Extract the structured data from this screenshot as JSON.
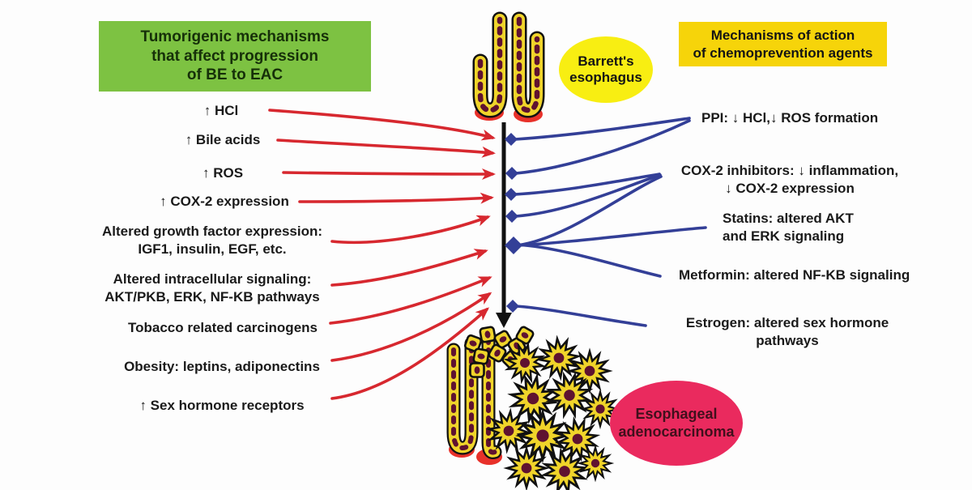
{
  "title_boxes": {
    "left": {
      "text": "Tumorigenic mechanisms\nthat affect progression\nof BE to EAC",
      "bg": "#7dc242"
    },
    "right": {
      "text": "Mechanisms of action\nof chemoprevention agents",
      "bg": "#f6d40a"
    }
  },
  "nodes": {
    "barretts": {
      "text": "Barrett's\nesophagus",
      "bg": "#f8ee12"
    },
    "eac": {
      "text": "Esophageal\nadenocarcinoma",
      "bg": "#ea2a5e"
    }
  },
  "left_mechanisms": [
    {
      "label": "↑ HCl"
    },
    {
      "label": "↑ Bile acids"
    },
    {
      "label": "↑ ROS"
    },
    {
      "label": "↑ COX-2 expression"
    },
    {
      "label": "Altered growth factor expression:\nIGF1, insulin, EGF, etc."
    },
    {
      "label": "Altered intracellular signaling:\nAKT/PKB, ERK, NF-KB pathways"
    },
    {
      "label": "Tobacco related carcinogens"
    },
    {
      "label": "Obesity: leptins, adiponectins"
    },
    {
      "label": "↑ Sex hormone receptors"
    }
  ],
  "right_agents": [
    {
      "label": "PPI: ↓ HCl,↓ ROS formation"
    },
    {
      "label": "COX-2 inhibitors: ↓ inflammation,\n↓ COX-2 expression"
    },
    {
      "label": "Statins: altered AKT\nand ERK signaling"
    },
    {
      "label": "Metformin: altered NF-KB signaling"
    },
    {
      "label": "Estrogen: altered sex hormone\npathways"
    }
  ],
  "colors": {
    "red_arrow": "#d7282f",
    "blue_connector": "#333f97",
    "central_axis": "#111111",
    "green_box": "#7dc242",
    "yellow_box": "#f6d40a",
    "barretts_ellipse": "#f8ee12",
    "eac_ellipse": "#ea2a5e",
    "cell_yellow": "#f0d42a",
    "nucleus_maroon": "#5f1230",
    "inflammation_red": "#e8312a"
  }
}
